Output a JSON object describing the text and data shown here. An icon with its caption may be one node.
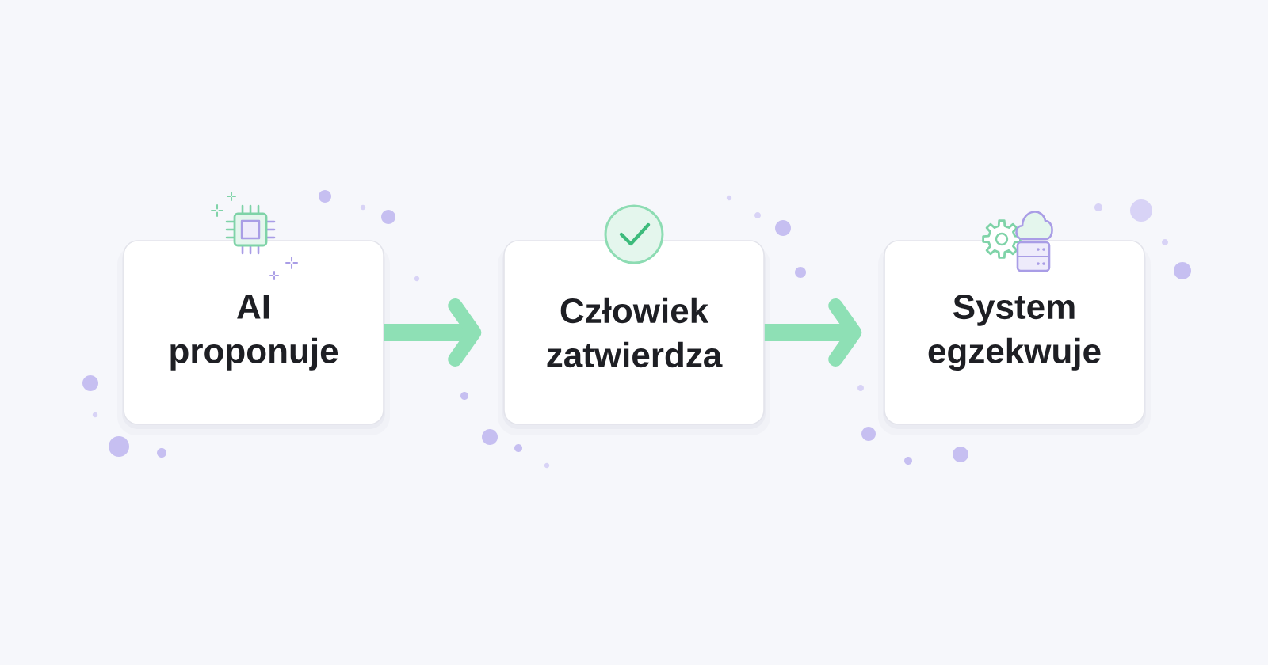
{
  "diagram": {
    "nodes": [
      {
        "text": [
          "AI proponuje"
        ]
      },
      {
        "text": [
          "Człowiek zatwierdza"
        ]
      },
      {
        "text": [
          "System egzekwuje"
        ]
      }
    ],
    "edges": [
      {
        "from": 0,
        "to": 1,
        "arrow": "to"
      },
      {
        "from": 1,
        "to": 2,
        "arrow": "to"
      }
    ]
  }
}
